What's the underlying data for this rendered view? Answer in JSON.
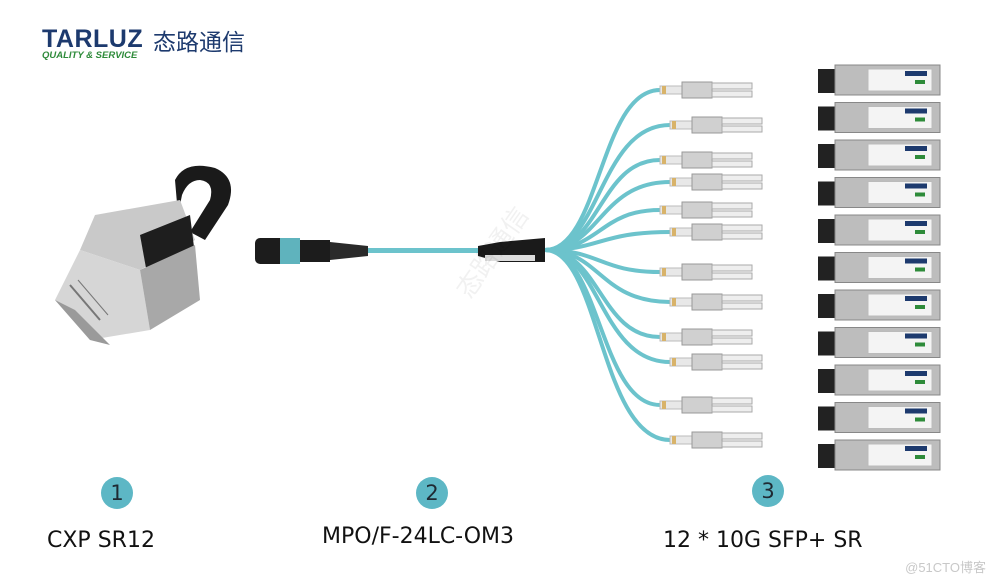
{
  "logo": {
    "brand": "TARLUZ",
    "tagline": "QUALITY & SERVICE",
    "chinese_name": "态路通信"
  },
  "items": [
    {
      "number": "1",
      "label": "CXP SR12"
    },
    {
      "number": "2",
      "label": "MPO/F-24LC-OM3"
    },
    {
      "number": "3",
      "label": "12 * 10G SFP+ SR"
    }
  ],
  "watermark": "@51CTO博客",
  "colors": {
    "fiber": "#6cc3cc",
    "badge": "#5db7c5",
    "brand": "#1d3a6e",
    "tagline": "#2e8b3a"
  }
}
